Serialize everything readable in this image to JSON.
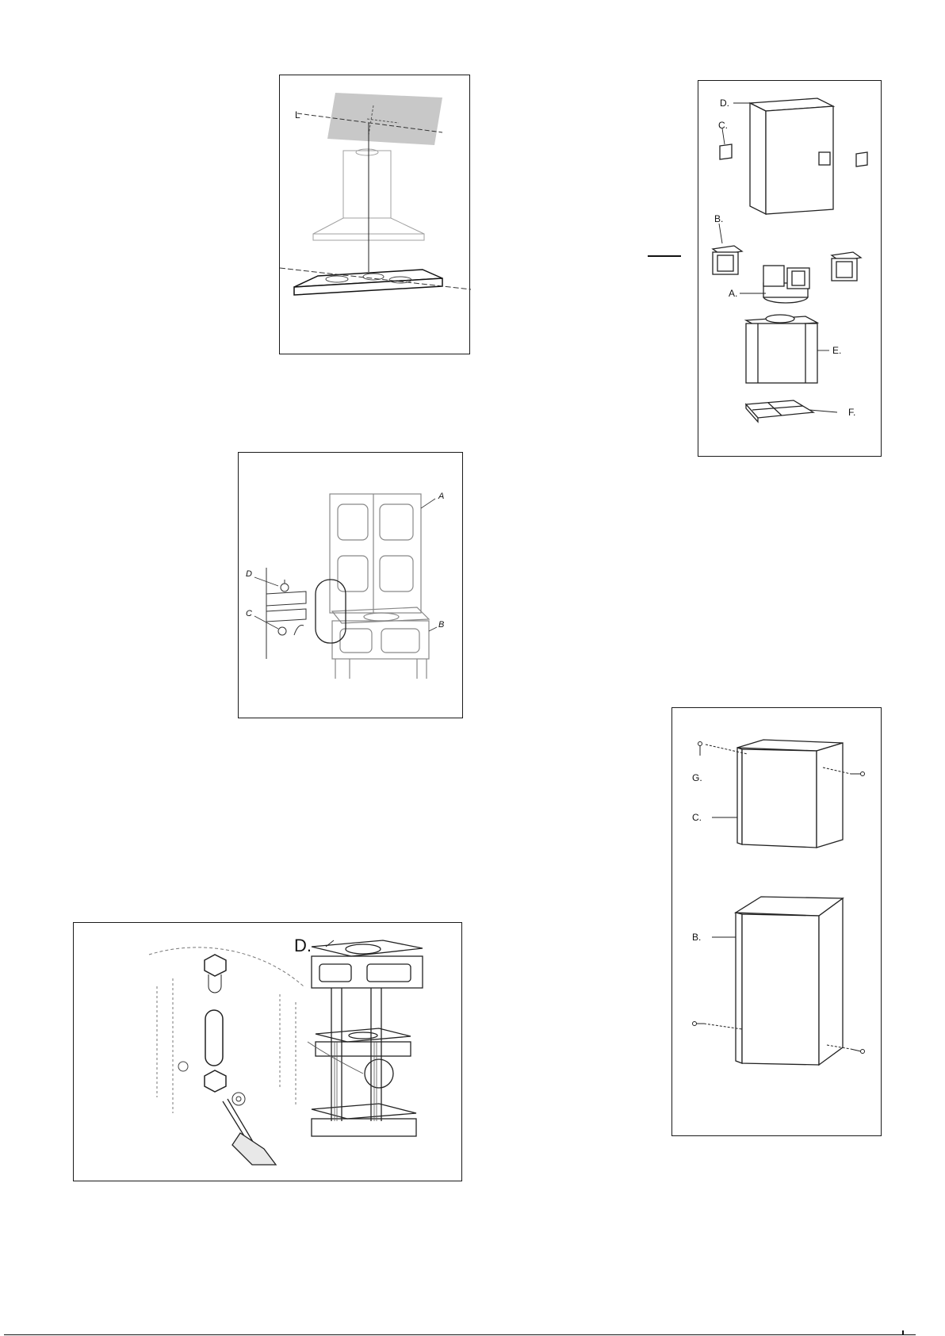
{
  "figures": {
    "fig1": {
      "labels": {
        "line": "L"
      }
    },
    "fig2": {
      "labels": {
        "a": "A",
        "b": "B",
        "c": "C",
        "d": "D"
      }
    },
    "fig3": {
      "labels": {
        "d": "D."
      }
    },
    "fig4": {
      "labels": {
        "a": "A.",
        "b": "B.",
        "c": "C.",
        "d": "D.",
        "e": "E.",
        "f": "F."
      }
    },
    "fig5": {
      "labels": {
        "b": "B.",
        "c": "C.",
        "g": "G."
      }
    }
  },
  "colors": {
    "line": "#1a1a1a",
    "faint": "#9a9a9a",
    "ceiling": "#c8c8c8"
  }
}
